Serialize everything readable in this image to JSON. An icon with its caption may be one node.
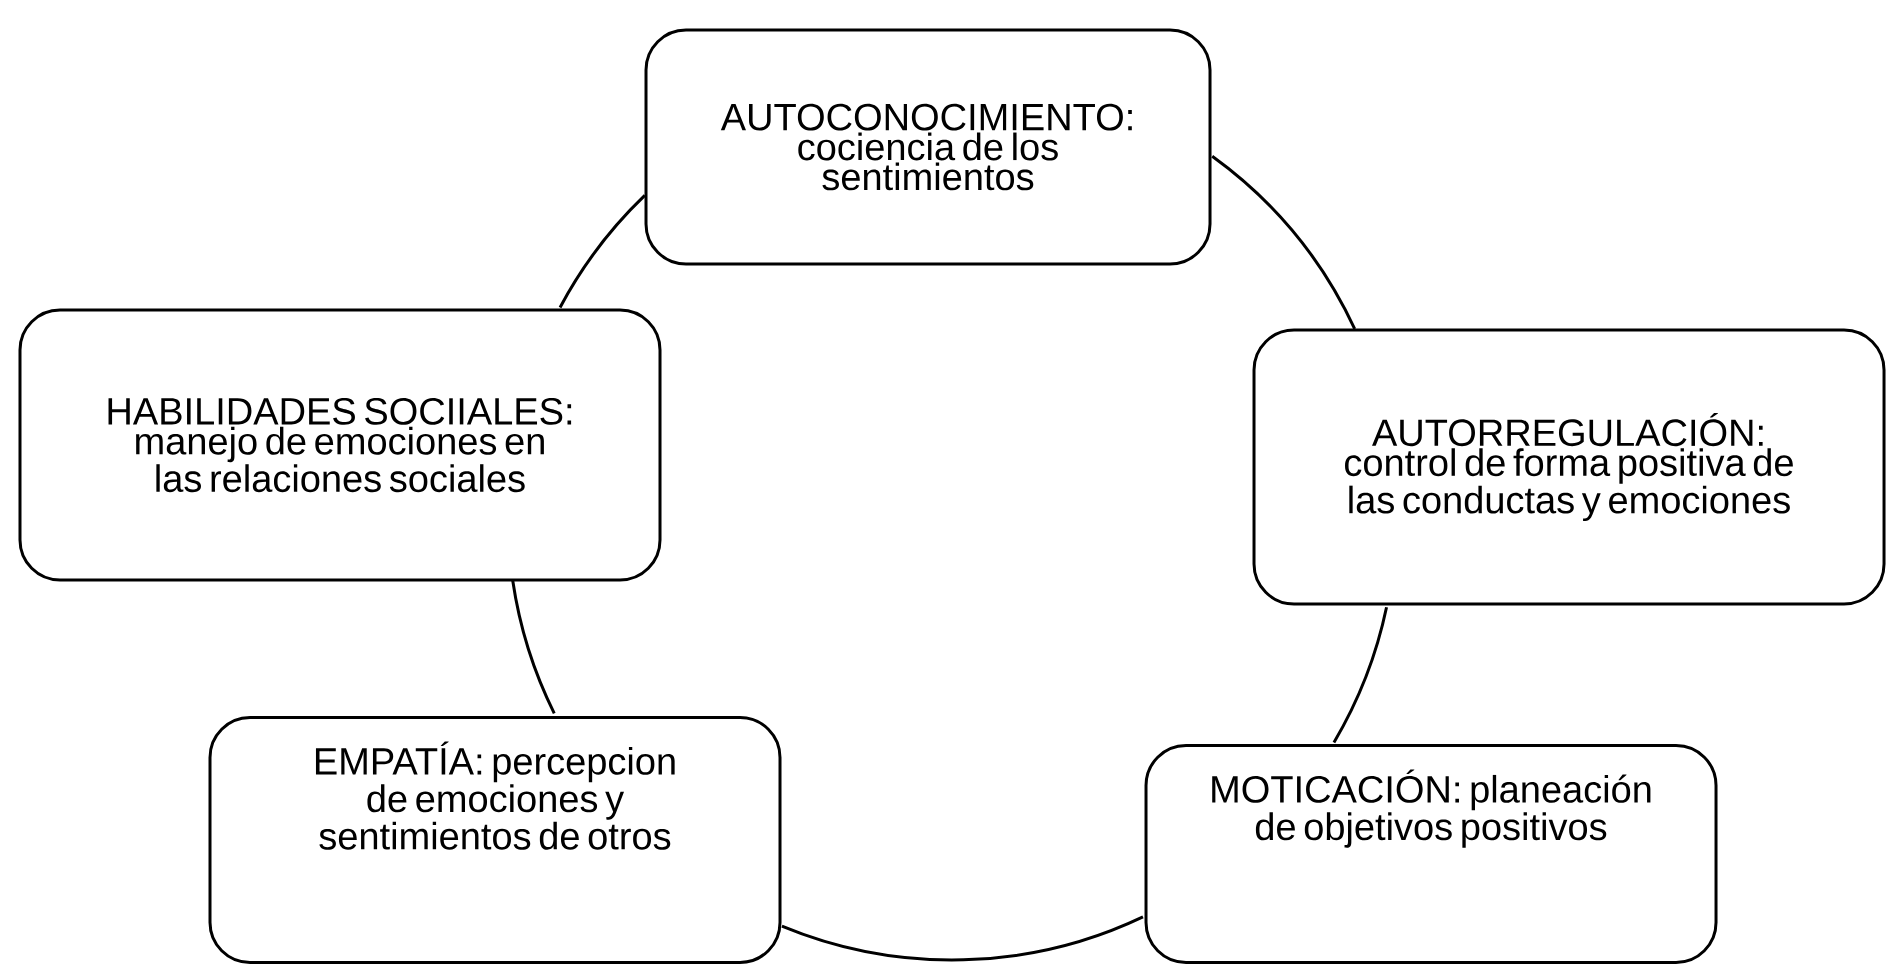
{
  "diagram": {
    "nodes": [
      {
        "text": [
          "AUTOCONOCIMIENTO: cociencia de los sentimientos"
        ]
      },
      {
        "text": [
          "HABILIDADES SOCIIALES: manejo de emociones en las relaciones sociales"
        ]
      },
      {
        "text": [
          "AUTORREGULACIÓN: control de forma positiva de las conductas y emociones"
        ]
      },
      {
        "text": [
          "EMPATÍA: percepcion de emociones y sentimientos de otros"
        ]
      },
      {
        "text": [
          "MOTICACIÓN: planeación de objetivos positivos"
        ]
      }
    ],
    "edges": [
      {
        "from": 0,
        "to": 2,
        "arrow": "none"
      },
      {
        "from": 2,
        "to": 4,
        "arrow": "none"
      },
      {
        "from": 4,
        "to": 3,
        "arrow": "none"
      },
      {
        "from": 3,
        "to": 1,
        "arrow": "none"
      },
      {
        "from": 1,
        "to": 0,
        "arrow": "none"
      }
    ]
  }
}
